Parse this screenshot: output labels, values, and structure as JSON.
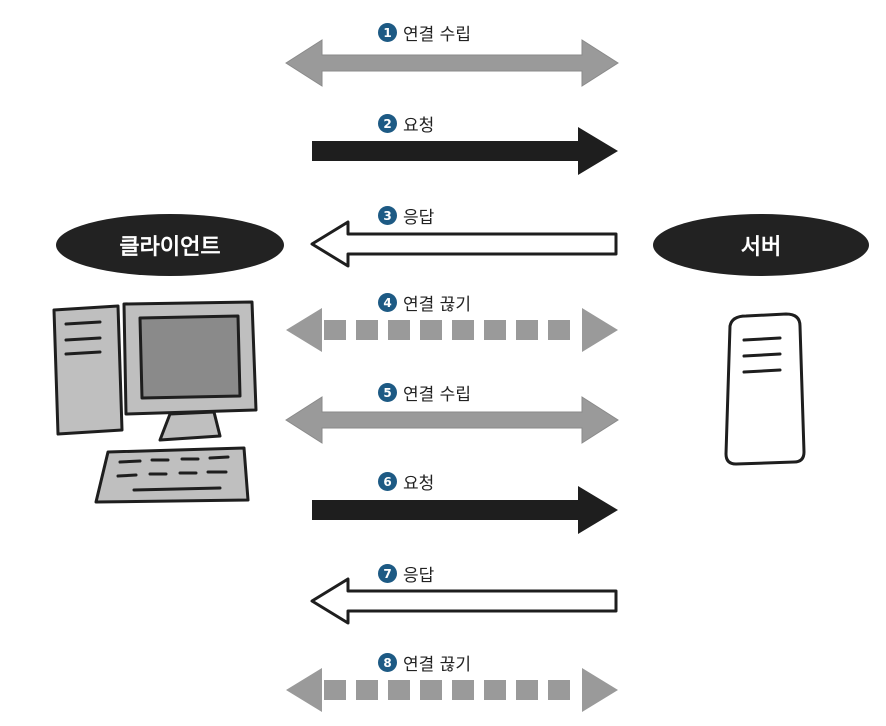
{
  "nodes": {
    "client": "클라이언트",
    "server": "서버"
  },
  "steps": [
    {
      "num": "1",
      "label": "연결 수립",
      "kind": "double-gray"
    },
    {
      "num": "2",
      "label": "요청",
      "kind": "right-black"
    },
    {
      "num": "3",
      "label": "응답",
      "kind": "left-outline"
    },
    {
      "num": "4",
      "label": "연결 끊기",
      "kind": "double-dashed"
    },
    {
      "num": "5",
      "label": "연결 수립",
      "kind": "double-gray"
    },
    {
      "num": "6",
      "label": "요청",
      "kind": "right-black"
    },
    {
      "num": "7",
      "label": "응답",
      "kind": "left-outline"
    },
    {
      "num": "8",
      "label": "연결 끊기",
      "kind": "double-dashed"
    }
  ],
  "colors": {
    "badge": "#1d5a84",
    "gray_arrow": "#9a9a9a",
    "black_arrow": "#1e1e1e",
    "pill": "#222222"
  }
}
